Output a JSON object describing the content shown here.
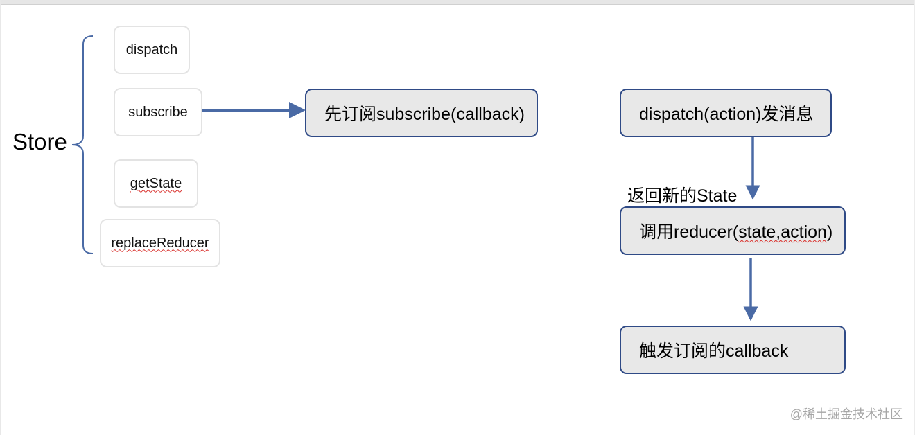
{
  "store_label": "Store",
  "methods": [
    {
      "label": "dispatch"
    },
    {
      "label": "subscribe"
    },
    {
      "label": "getState"
    },
    {
      "label": "replaceReducer"
    }
  ],
  "flow": {
    "subscribe_box": "先订阅subscribe(callback)",
    "dispatch_box": "dispatch(action)发消息",
    "reducer_box_prefix": "调用reducer(",
    "reducer_box_args": "state,action",
    "reducer_box_suffix": ")",
    "callback_box": "触发订阅的callback",
    "return_label": "返回新的State"
  },
  "watermark": "@稀土掘金技术社区",
  "colors": {
    "arrow": "#4a6aa5",
    "flow_border": "#2f4a86",
    "flow_fill": "#e8e8e8",
    "method_border": "#e3e3e3",
    "squiggle": "#d9302c"
  }
}
